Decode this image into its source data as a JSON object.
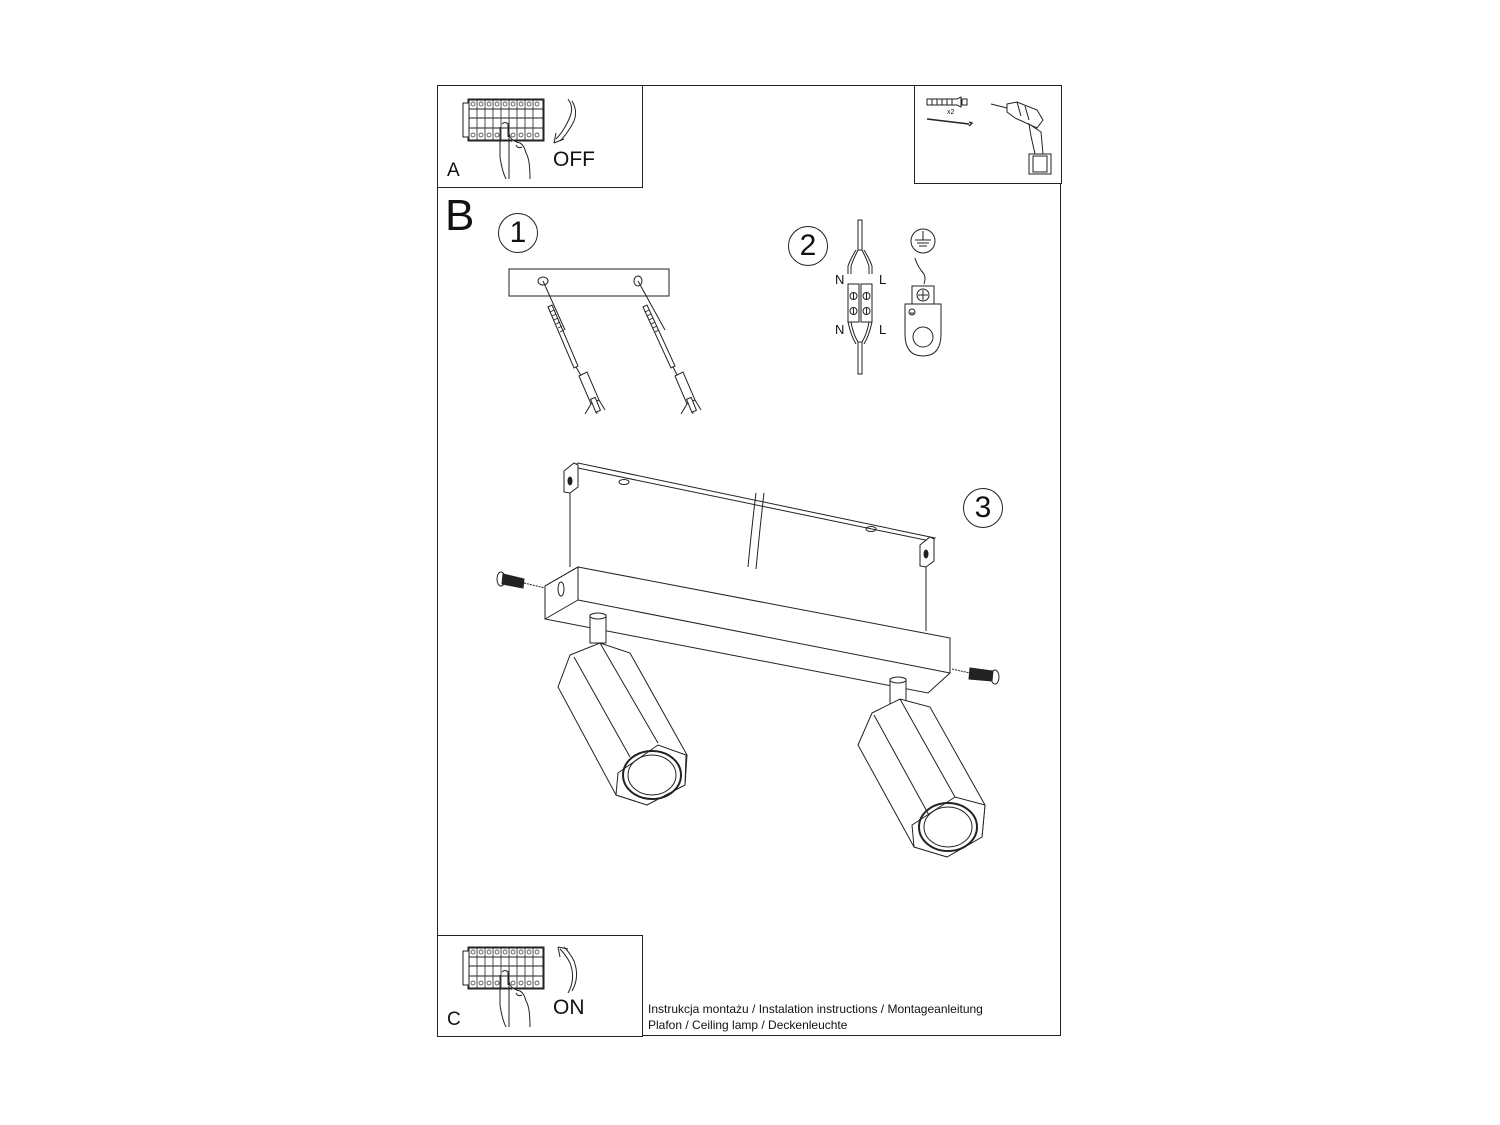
{
  "document": {
    "type": "assembly-instructions",
    "accent_color": "#222222",
    "background_color": "#ffffff"
  },
  "step_a": {
    "letter": "A",
    "action_label": "OFF",
    "icon": "circuit-breaker-switch-off-icon"
  },
  "tools": {
    "quantity_label": "x2",
    "items": [
      "wall-plug-icon",
      "screw-icon",
      "cordless-drill-icon"
    ]
  },
  "step_b": {
    "letter": "B",
    "substeps": [
      {
        "number": "1",
        "description_icon": "mounting-bracket-drill-icon"
      },
      {
        "number": "2",
        "description_icon": "wiring-connection-icon",
        "wire_labels": {
          "top_left": "N",
          "top_right": "L",
          "bottom_left": "N",
          "bottom_right": "L"
        },
        "ground_icon": "ground-symbol-icon"
      },
      {
        "number": "3",
        "description_icon": "lamp-assembly-icon"
      }
    ]
  },
  "step_c": {
    "letter": "C",
    "action_label": "ON",
    "icon": "circuit-breaker-switch-on-icon"
  },
  "footer": {
    "line1": "Instrukcja montażu / Instalation instructions / Montageanleitung",
    "line2": "Plafon / Ceiling lamp / Deckenleuchte"
  }
}
